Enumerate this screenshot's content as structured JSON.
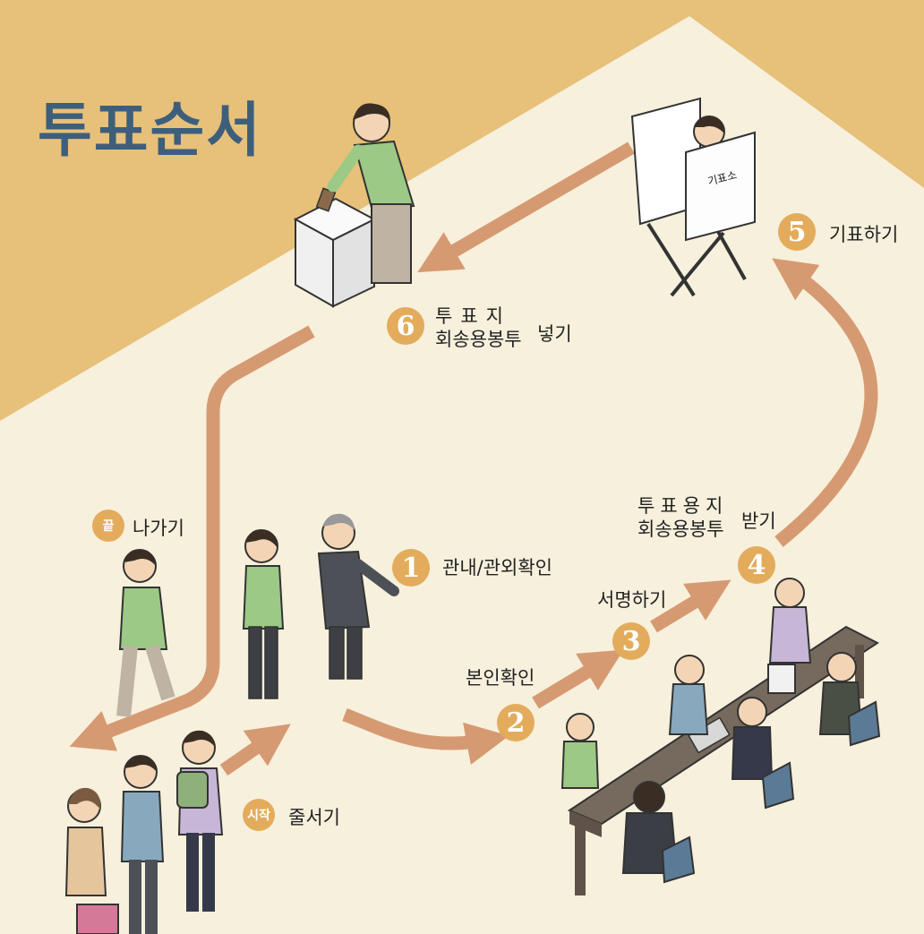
{
  "title": "투표순서",
  "booth_sign": "기표소",
  "steps": {
    "start": {
      "badge": "시작",
      "label": "줄서기"
    },
    "s1": {
      "badge": "1",
      "label": "관내/관외확인"
    },
    "s2": {
      "badge": "2",
      "label": "본인확인"
    },
    "s3": {
      "badge": "3",
      "label": "서명하기"
    },
    "s4": {
      "badge": "4",
      "line1": "투표용지",
      "line2": "회송용봉투",
      "suffix": "받기"
    },
    "s5": {
      "badge": "5",
      "label": "기표하기"
    },
    "s6": {
      "badge": "6",
      "line1": "투표지",
      "line2": "회송용봉투",
      "suffix": "넣기"
    },
    "end": {
      "badge": "끝",
      "label": "나가기"
    }
  },
  "colors": {
    "background": "#f7f0dc",
    "band": "#e7c07a",
    "arrow": "#d69a72",
    "badge": "#e3ac5c",
    "title": "#3d5f7c"
  }
}
